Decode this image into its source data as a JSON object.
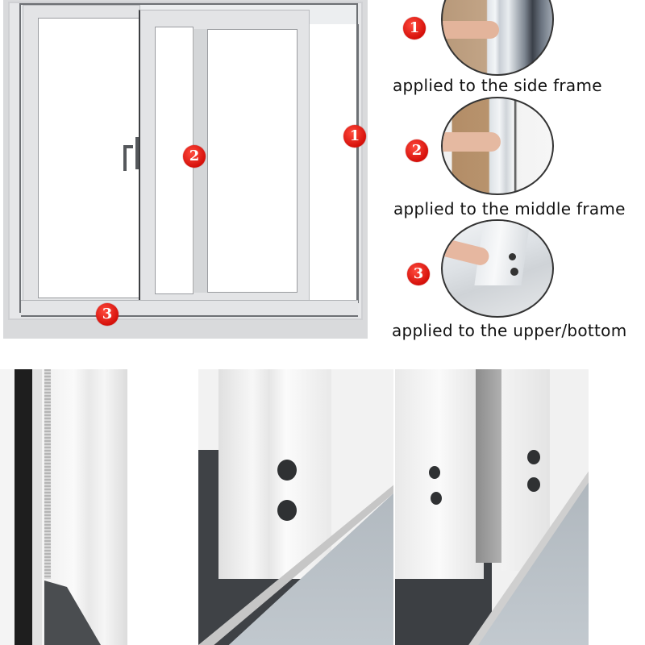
{
  "diagram": {
    "markers": [
      {
        "number": "1",
        "location": "side frame"
      },
      {
        "number": "2",
        "location": "middle frame"
      },
      {
        "number": "3",
        "location": "bottom frame"
      }
    ]
  },
  "steps": [
    {
      "number": "1",
      "caption": "applied to the side frame"
    },
    {
      "number": "2",
      "caption": "applied to the middle frame"
    },
    {
      "number": "3",
      "caption": "applied to the upper/bottom"
    }
  ],
  "colors": {
    "badge_red": "#e3140c",
    "frame_gray": "#e3e4e6",
    "seal_brush_gray": "#bdbdbd",
    "seal_black": "#1e1e1e"
  },
  "photos": [
    {
      "label": "side-frame-seal-closeup"
    },
    {
      "label": "middle-frame-seal-closeup"
    },
    {
      "label": "bottom-frame-seal-closeup"
    }
  ]
}
